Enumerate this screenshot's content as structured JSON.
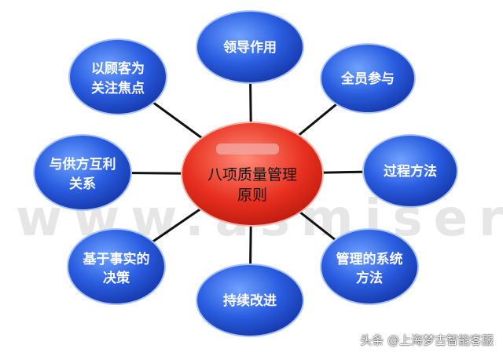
{
  "watermark": "www.asmiser.com",
  "center": {
    "line1": "八项质量管理",
    "line2": "原则"
  },
  "principles": [
    {
      "line1": "领导作用",
      "line2": ""
    },
    {
      "line1": "全员参与",
      "line2": ""
    },
    {
      "line1": "过程方法",
      "line2": ""
    },
    {
      "line1": "管理的系统",
      "line2": "方法"
    },
    {
      "line1": "持续改进",
      "line2": ""
    },
    {
      "line1": "基于事实的",
      "line2": "决策"
    },
    {
      "line1": "与供方互利",
      "line2": "关系"
    },
    {
      "line1": "以顾客为",
      "line2": "关注焦点"
    }
  ],
  "credit": "头条 @上海梦古智能客服",
  "colors": {
    "blue": "#1f4fd6",
    "red": "#e0281e"
  }
}
